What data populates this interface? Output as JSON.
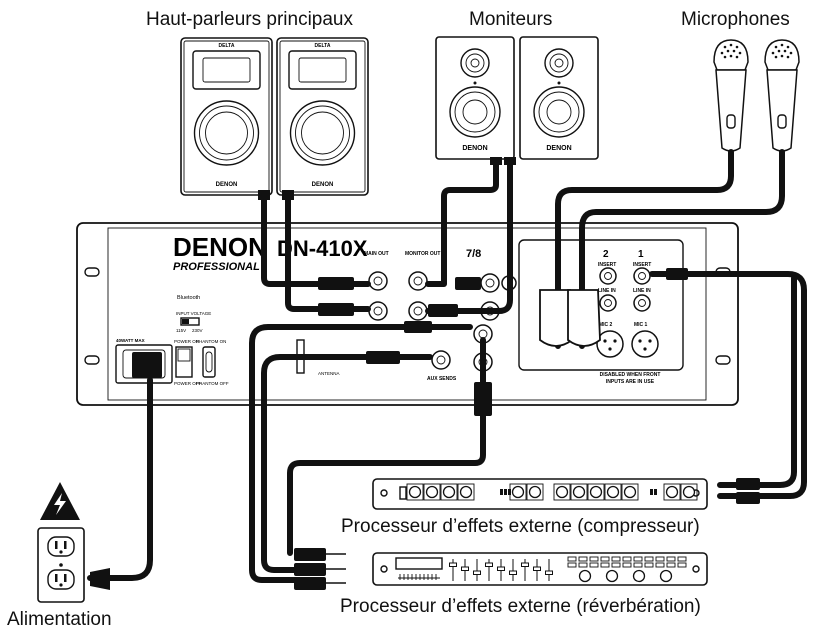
{
  "labels": {
    "main_speakers": "Haut-parleurs principaux",
    "monitors": "Moniteurs",
    "microphones": "Microphones",
    "fx_compressor": "Processeur d’effets externe (compresseur)",
    "fx_reverb": "Processeur d’effets externe (réverbération)",
    "power": "Alimentation"
  },
  "speaker": {
    "top_badge": "DELTA",
    "brand": "DENON"
  },
  "monitor": {
    "brand": "DENON"
  },
  "mixer": {
    "brand": "DENON",
    "brand_sub": "PROFESSIONAL",
    "model": "DN-410X",
    "bluetooth": "Bluetooth",
    "input_voltage": "INPUT VOLTAGE",
    "volt_115": "115V",
    "volt_230": "230V",
    "power_rating": "40WATT MAX",
    "power_on": "POWER ON",
    "power_off": "POWER OFF",
    "phantom_on": "PHANTOM ON",
    "phantom_off": "PHANTOM OFF",
    "antenna": "ANTENNA",
    "main_out": "MAIN OUT",
    "monitor_out": "MONITOR OUT",
    "ch78": "7/8",
    "ch2": "2",
    "ch1": "1",
    "insert": "INSERT",
    "line_in": "LINE IN",
    "mic2": "MIC 2",
    "mic1": "MIC 1",
    "aux": "AUX",
    "aux_sends": "AUX SENDS",
    "disabled_note_1": "DISABLED WHEN FRONT",
    "disabled_note_2": "INPUTS ARE IN USE"
  }
}
